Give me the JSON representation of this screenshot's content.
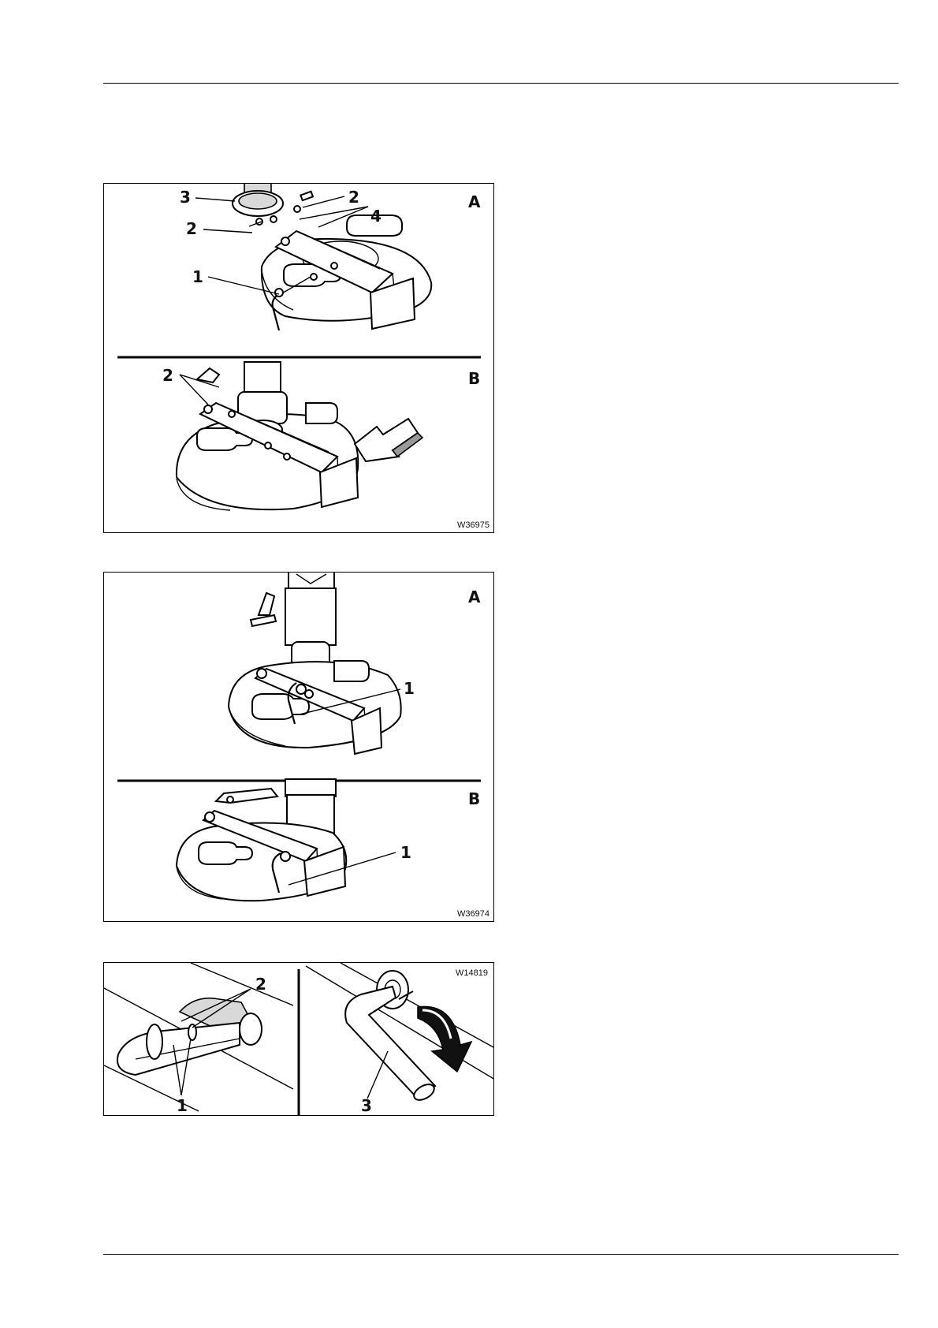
{
  "figures": [
    {
      "code": "W36975",
      "panel_a": {
        "letter": "A",
        "callouts": [
          "3",
          "2",
          "4",
          "2",
          "1"
        ]
      },
      "panel_b": {
        "letter": "B",
        "callouts": [
          "2"
        ]
      }
    },
    {
      "code": "W36974",
      "panel_a": {
        "letter": "A",
        "callouts": [
          "1"
        ]
      },
      "panel_b": {
        "letter": "B",
        "callouts": [
          "1"
        ]
      }
    },
    {
      "code": "W14819",
      "left_callouts": [
        "2",
        "1"
      ],
      "right_callouts": [
        "3"
      ]
    }
  ]
}
